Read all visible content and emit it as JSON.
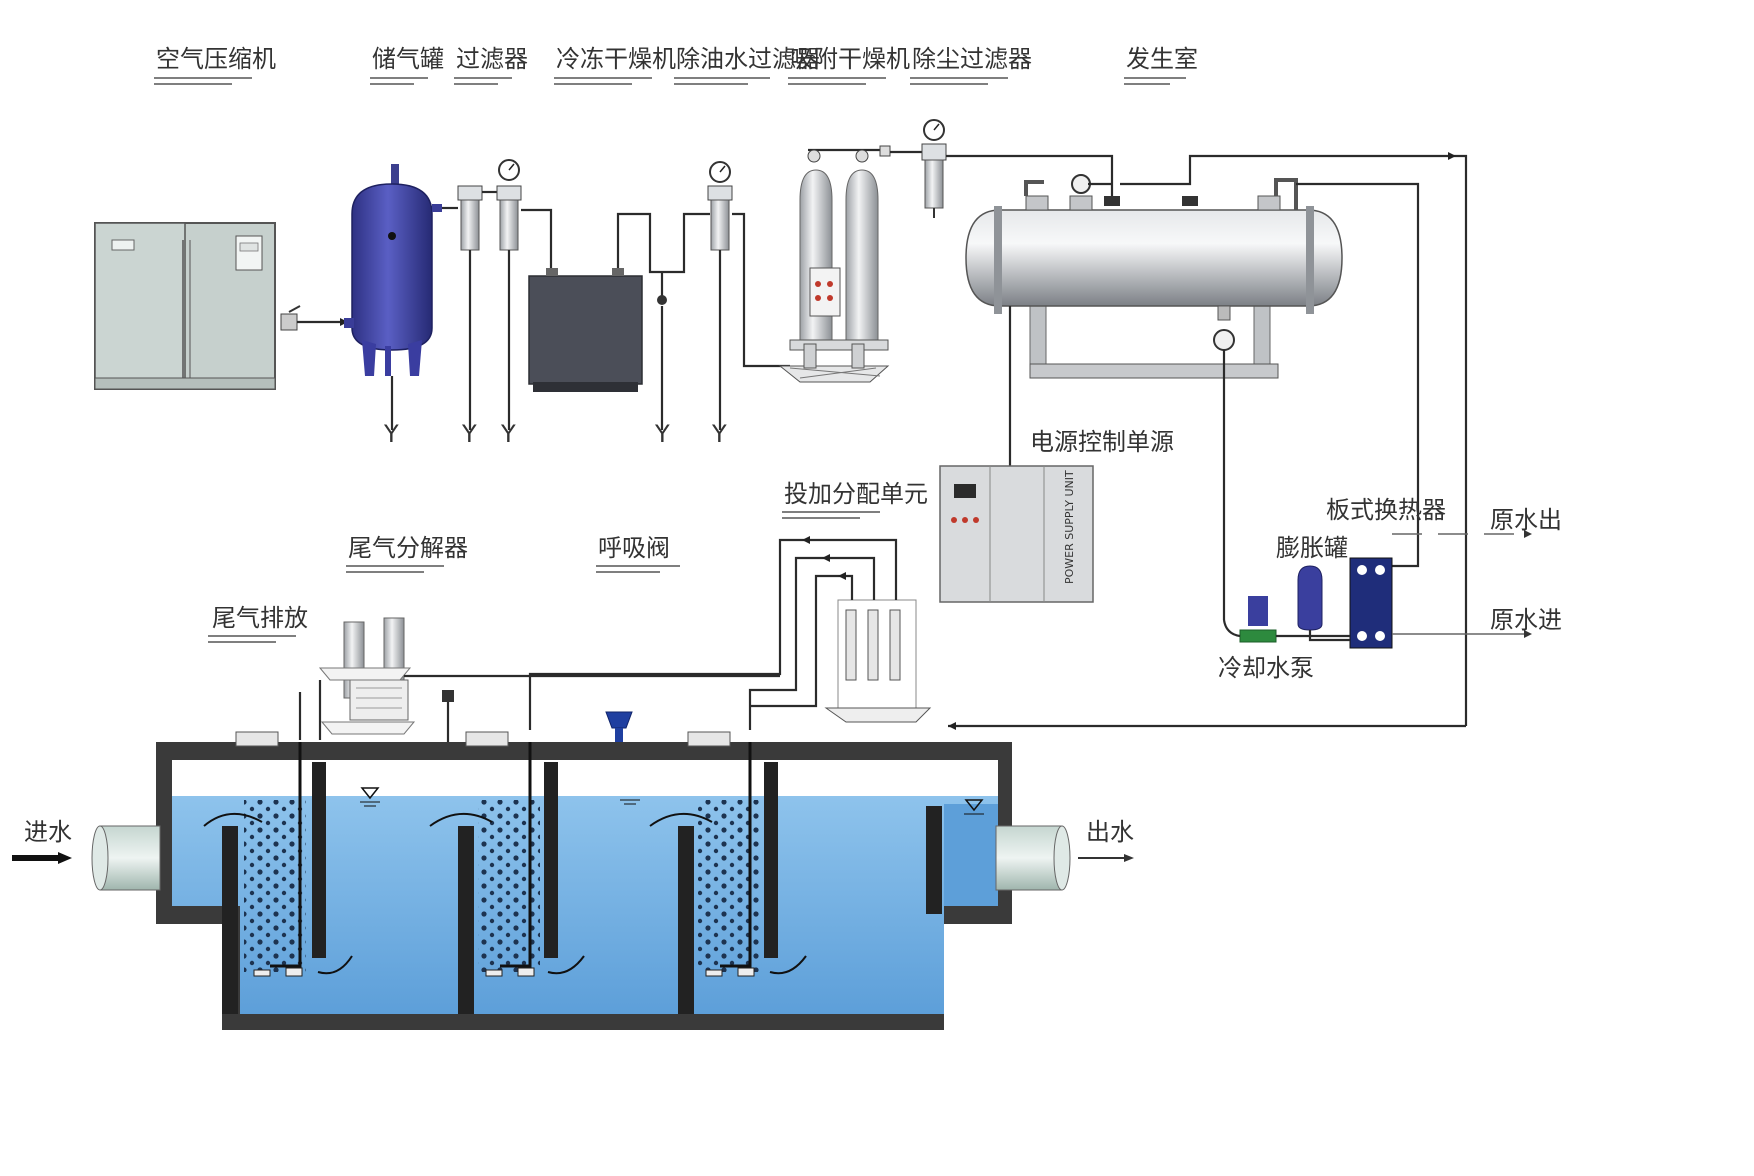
{
  "labels": {
    "air_compressor": "空气压缩机",
    "air_tank": "储气罐",
    "filter": "过滤器",
    "refrigerated_dryer": "冷冻干燥机",
    "oil_water_filter": "除油水过滤器",
    "adsorption_dryer": "吸附干燥机",
    "dust_filter": "除尘过滤器",
    "generator_room": "发生室",
    "power_control_unit": "电源控制单源",
    "dosing_unit": "投加分配单元",
    "tail_gas_decomposer": "尾气分解器",
    "breathing_valve": "呼吸阀",
    "tail_gas_exhaust": "尾气排放",
    "plate_heat_exchanger": "板式换热器",
    "expansion_tank": "膨胀罐",
    "raw_water_out": "原水出",
    "raw_water_in": "原水进",
    "cooling_pump": "冷却水泵",
    "water_in": "进水",
    "water_out": "出水",
    "power_supply_unit": "POWER SUPPLY UNIT",
    "drain_mark": "Y"
  },
  "colors": {
    "tank_blue": "#3b3f9e",
    "water": "#7fb9e6",
    "water_dark": "#5d9ed6",
    "steel": "#b9bcc0",
    "panel": "#c9d2cf",
    "dark_box": "#4b4d57",
    "wall": "#3d3d3d"
  },
  "icons": [
    "pressure-gauge-icon",
    "valve-icon",
    "water-level-icon",
    "flow-arrow-icon"
  ]
}
